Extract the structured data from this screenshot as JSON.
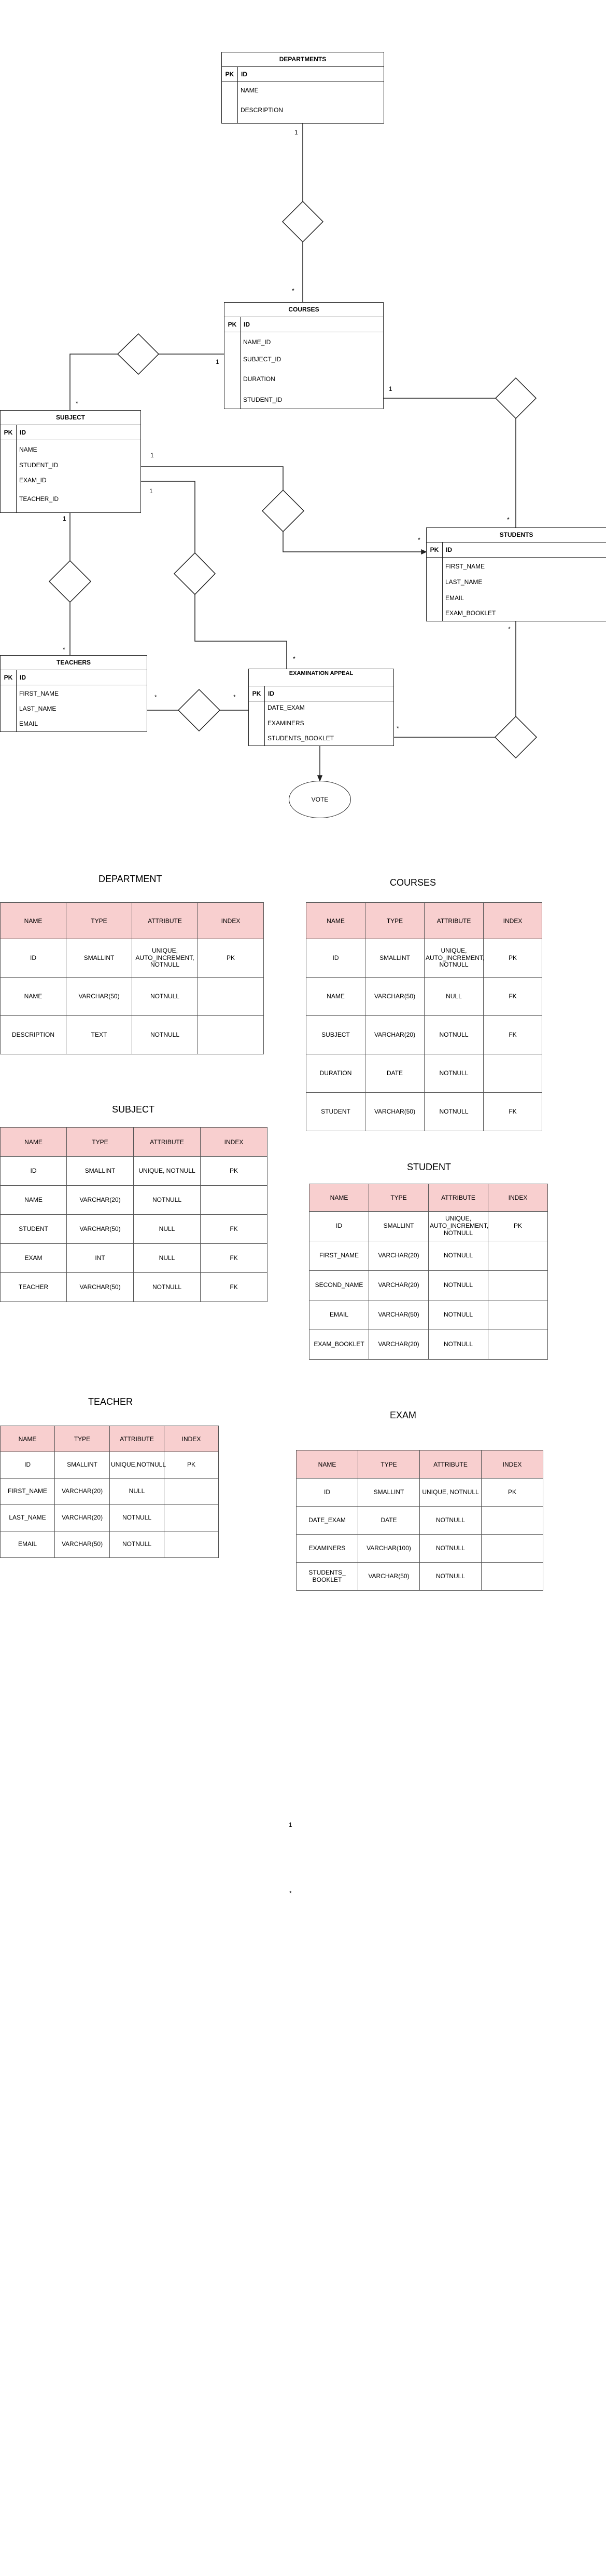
{
  "entities": {
    "departments": {
      "title": "DEPARTMENTS",
      "pk": "PK",
      "id": "ID",
      "fields": [
        "NAME",
        "DESCRIPTION"
      ]
    },
    "courses": {
      "title": "COURSES",
      "pk": "PK",
      "id": "ID",
      "fields": [
        "NAME_ID",
        "SUBJECT_ID",
        "DURATION",
        "STUDENT_ID"
      ]
    },
    "subject": {
      "title": "SUBJECT",
      "pk": "PK",
      "id": "ID",
      "fields": [
        "NAME",
        "STUDENT_ID",
        "EXAM_ID",
        "TEACHER_ID"
      ]
    },
    "students": {
      "title": "STUDENTS",
      "pk": "PK",
      "id": "ID",
      "fields": [
        "FIRST_NAME",
        "LAST_NAME",
        "EMAIL",
        "EXAM_BOOKLET"
      ]
    },
    "teachers": {
      "title": "TEACHERS",
      "pk": "PK",
      "id": "ID",
      "fields": [
        "FIRST_NAME",
        "LAST_NAME",
        "EMAIL"
      ]
    },
    "exam_appeal": {
      "title": "EXAMINATION APPEAL",
      "pk": "PK",
      "id": "ID",
      "fields": [
        "DATE_EXAM",
        "EXAMINERS",
        "STUDENTS_BOOKLET"
      ]
    }
  },
  "vote_label": "VOTE",
  "cardinality": {
    "one": "1",
    "many": "*"
  },
  "tables": {
    "department": {
      "heading": "DEPARTMENT",
      "headers": [
        "NAME",
        "TYPE",
        "ATTRIBUTE",
        "INDEX"
      ],
      "rows": [
        [
          "ID",
          "SMALLINT",
          "UNIQUE, AUTO_INCREMENT, NOTNULL",
          "PK"
        ],
        [
          "NAME",
          "VARCHAR(50)",
          "NOTNULL",
          ""
        ],
        [
          "DESCRIPTION",
          "TEXT",
          "NOTNULL",
          ""
        ]
      ]
    },
    "courses": {
      "heading": "COURSES",
      "headers": [
        "NAME",
        "TYPE",
        "ATTRIBUTE",
        "INDEX"
      ],
      "rows": [
        [
          "ID",
          "SMALLINT",
          "UNIQUE, AUTO_INCREMENT, NOTNULL",
          "PK"
        ],
        [
          "NAME",
          "VARCHAR(50)",
          "NULL",
          "FK"
        ],
        [
          "SUBJECT",
          "VARCHAR(20)",
          "NOTNULL",
          "FK"
        ],
        [
          "DURATION",
          "DATE",
          "NOTNULL",
          ""
        ],
        [
          "STUDENT",
          "VARCHAR(50)",
          "NOTNULL",
          "FK"
        ]
      ]
    },
    "subject": {
      "heading": "SUBJECT",
      "headers": [
        "NAME",
        "TYPE",
        "ATTRIBUTE",
        "INDEX"
      ],
      "rows": [
        [
          "ID",
          "SMALLINT",
          "UNIQUE, NOTNULL",
          "PK"
        ],
        [
          "NAME",
          "VARCHAR(20)",
          "NOTNULL",
          ""
        ],
        [
          "STUDENT",
          "VARCHAR(50)",
          "NULL",
          "FK"
        ],
        [
          "EXAM",
          "INT",
          "NULL",
          "FK"
        ],
        [
          "TEACHER",
          "VARCHAR(50)",
          "NOTNULL",
          "FK"
        ]
      ]
    },
    "student": {
      "heading": "STUDENT",
      "headers": [
        "NAME",
        "TYPE",
        "ATTRIBUTE",
        "INDEX"
      ],
      "rows": [
        [
          "ID",
          "SMALLINT",
          "UNIQUE, AUTO_INCREMENT, NOTNULL",
          "PK"
        ],
        [
          "FIRST_NAME",
          "VARCHAR(20)",
          "NOTNULL",
          ""
        ],
        [
          "SECOND_NAME",
          "VARCHAR(20)",
          "NOTNULL",
          ""
        ],
        [
          "EMAIL",
          "VARCHAR(50)",
          "NOTNULL",
          ""
        ],
        [
          "EXAM_BOOKLET",
          "VARCHAR(20)",
          "NOTNULL",
          ""
        ]
      ]
    },
    "teacher": {
      "heading": "TEACHER",
      "headers": [
        "NAME",
        "TYPE",
        "ATTRIBUTE",
        "INDEX"
      ],
      "rows": [
        [
          "ID",
          "SMALLINT",
          "UNIQUE,NOTNULL",
          "PK"
        ],
        [
          "FIRST_NAME",
          "VARCHAR(20)",
          "NULL",
          ""
        ],
        [
          "LAST_NAME",
          "VARCHAR(20)",
          "NOTNULL",
          ""
        ],
        [
          "EMAIL",
          "VARCHAR(50)",
          "NOTNULL",
          ""
        ]
      ]
    },
    "exam": {
      "heading": "EXAM",
      "headers": [
        "NAME",
        "TYPE",
        "ATTRIBUTE",
        "INDEX"
      ],
      "rows": [
        [
          "ID",
          "SMALLINT",
          "UNIQUE, NOTNULL",
          "PK"
        ],
        [
          "DATE_EXAM",
          "DATE",
          "NOTNULL",
          ""
        ],
        [
          "EXAMINERS",
          "VARCHAR(100)",
          "NOTNULL",
          ""
        ],
        [
          "STUDENTS_ BOOKLET",
          "VARCHAR(50)",
          "NOTNULL",
          ""
        ]
      ]
    }
  },
  "colors": {
    "header_fill": "#f8cfcf",
    "line": "#222222"
  }
}
